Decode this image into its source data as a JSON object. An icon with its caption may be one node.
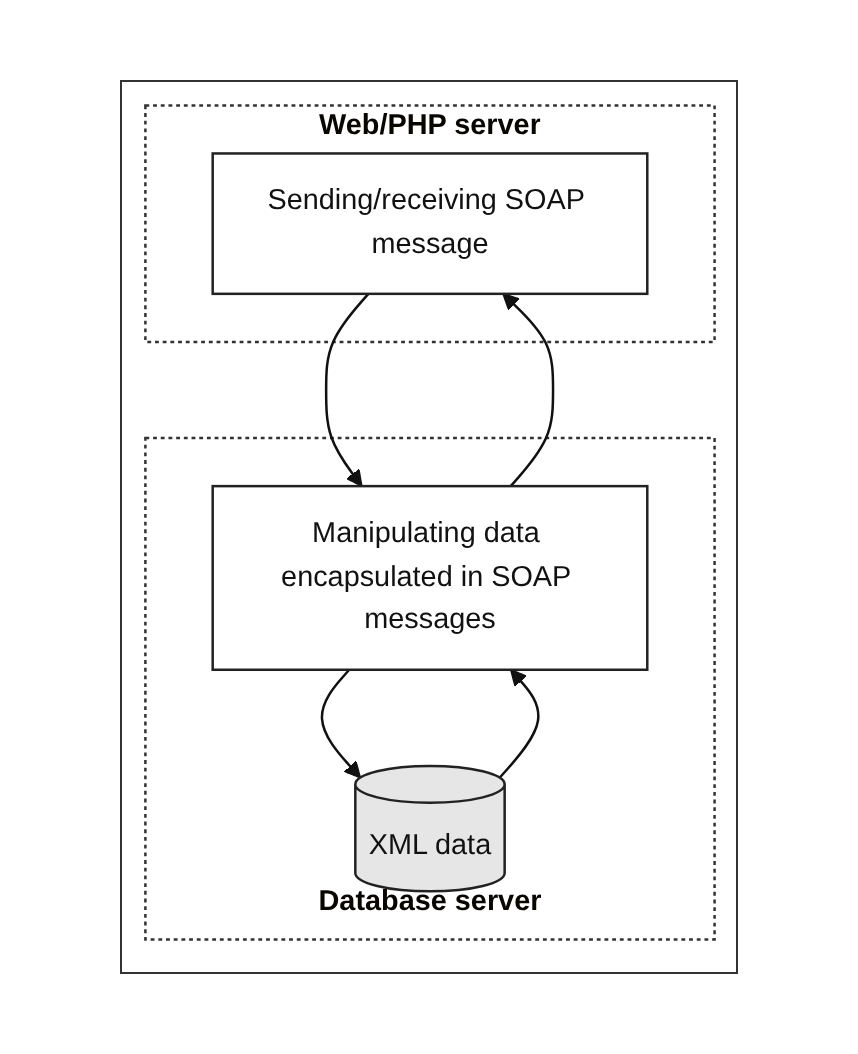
{
  "diagram": {
    "nodes": [
      {
        "text": [
          "Web/PHP server"
        ]
      },
      {
        "text": [
          "Sending/receiving SOAP message"
        ],
        "in": 0
      },
      {
        "text": [
          "Database server"
        ]
      },
      {
        "text": [
          "Manipulating data encapsulated in SOAP messages"
        ],
        "in": 2
      },
      {
        "text": [
          "XML data"
        ],
        "in": 2
      }
    ],
    "edges": [
      {
        "from": 1,
        "to": 3,
        "arrow": "to"
      },
      {
        "from": 3,
        "to": 1,
        "arrow": "to"
      },
      {
        "from": 3,
        "to": 4,
        "arrow": "to"
      },
      {
        "from": 4,
        "to": 3,
        "arrow": "to"
      }
    ]
  }
}
